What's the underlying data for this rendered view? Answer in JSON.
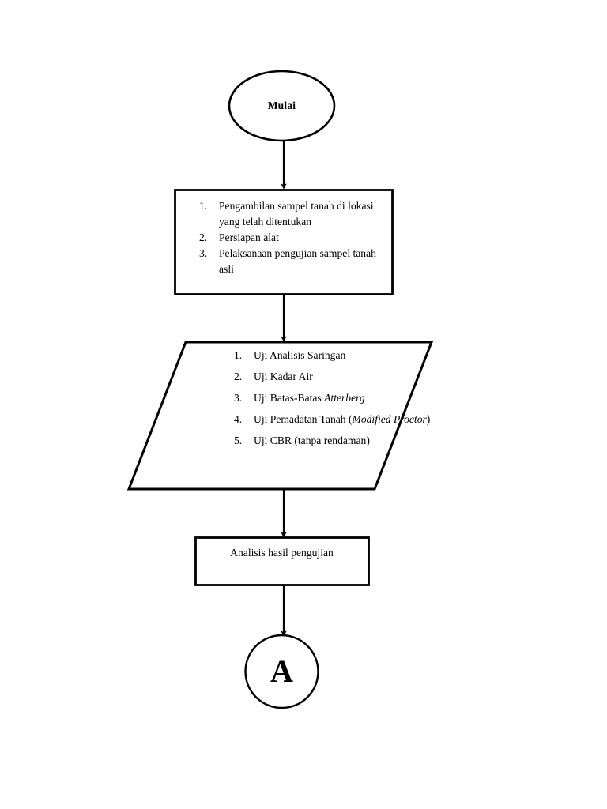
{
  "document": {
    "type": "flowchart",
    "title": "Diagram alir penelitian",
    "language": "id",
    "background_color": "#ffffff",
    "stroke_color": "#000000",
    "text_color": "#000000"
  },
  "nodes": {
    "start": {
      "shape": "ellipse",
      "label": "Mulai"
    },
    "preparation": {
      "shape": "rectangle",
      "items": [
        {
          "number": "1.",
          "text": "Pengambilan sampel tanah di lokasi yang telah ditentukan"
        },
        {
          "number": "2.",
          "text": "Persiapan alat"
        },
        {
          "number": "3.",
          "text": "Pelaksanaan pengujian sampel tanah asli"
        }
      ]
    },
    "testing": {
      "shape": "parallelogram",
      "items": [
        {
          "number": "1.",
          "plain": "Uji Analisis Saringan",
          "italic": "",
          "tail": ""
        },
        {
          "number": "2.",
          "plain": "Uji Kadar Air",
          "italic": "",
          "tail": ""
        },
        {
          "number": "3.",
          "plain": "Uji Batas-Batas ",
          "italic": "Atterberg",
          "tail": ""
        },
        {
          "number": "4.",
          "plain": "Uji Pemadatan Tanah (",
          "italic": "Modified Proctor",
          "tail": ")"
        },
        {
          "number": "5.",
          "plain": "Uji CBR (tanpa rendaman)",
          "italic": "",
          "tail": ""
        }
      ]
    },
    "analysis": {
      "shape": "rectangle",
      "label": "Analisis hasil pengujian"
    },
    "connector": {
      "shape": "circle",
      "label": "A"
    }
  },
  "edges": [
    {
      "from": "start",
      "to": "preparation",
      "arrow": "down"
    },
    {
      "from": "preparation",
      "to": "testing",
      "arrow": "down"
    },
    {
      "from": "testing",
      "to": "analysis",
      "arrow": "down"
    },
    {
      "from": "analysis",
      "to": "connector",
      "arrow": "down"
    }
  ]
}
